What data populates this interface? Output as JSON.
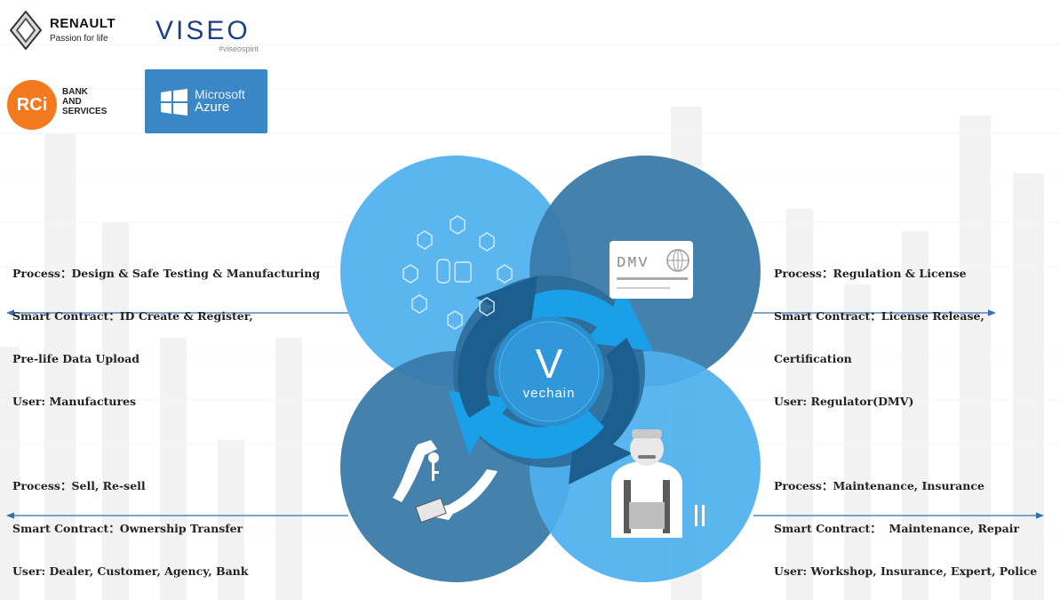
{
  "logos": {
    "renault": {
      "brand": "RENAULT",
      "tagline": "Passion for life"
    },
    "viseo": {
      "brand": "VISEO",
      "tagline": "#viseospirit"
    },
    "rci": {
      "mark": "RCi",
      "line1": "BANK",
      "line2": "AND",
      "line3": "SERVICES"
    },
    "azure": {
      "line1": "Microsoft",
      "line2": "Azure"
    }
  },
  "center": {
    "brand": "vechain",
    "mark": "V"
  },
  "dmv_card": {
    "label": "DMV"
  },
  "quadrants": {
    "top_left": {
      "process": "Process：Design & Safe Testing & Manufacturing",
      "smart_contract": "Smart Contract：ID Create & Register,",
      "smart_contract_2": "Pre-life Data Upload",
      "user": "User: Manufactures"
    },
    "top_right": {
      "process": "Process：Regulation & License",
      "smart_contract": "Smart Contract：License Release,",
      "smart_contract_2": "Certification",
      "user": "User: Regulator(DMV)"
    },
    "bottom_left": {
      "process": "Process：Sell, Re-sell",
      "smart_contract": "Smart Contract：Ownership Transfer",
      "user": "User: Dealer, Customer, Agency, Bank"
    },
    "bottom_right": {
      "process": "Process：Maintenance, Insurance",
      "smart_contract": "Smart Contract：  Maintenance, Repair",
      "user": "User: Workshop, Insurance, Expert, Police"
    }
  },
  "colors": {
    "light_blue": "#4fb0ee",
    "dark_blue": "#3a7aa8",
    "arrow_blue": "#1aa0e8",
    "arrow_dark": "#1b5f8e",
    "line_blue": "#2f6fb3"
  },
  "icons": {
    "top_left": "car-manufacturing-icon",
    "top_right": "dmv-card-icon",
    "bottom_left": "key-money-exchange-icon",
    "bottom_right": "mechanic-icon"
  }
}
